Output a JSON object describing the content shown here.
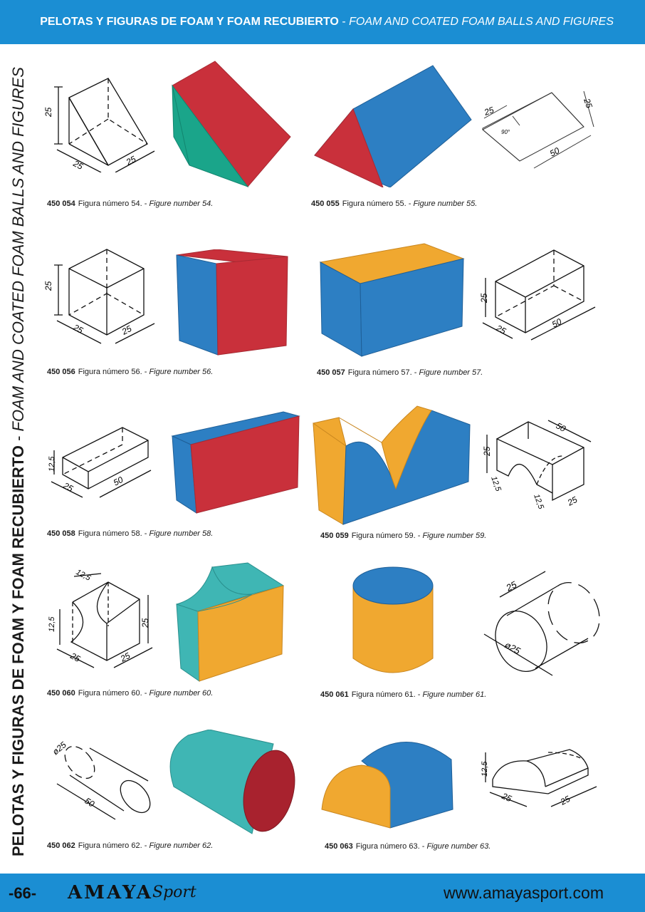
{
  "header": {
    "title_es": "PELOTAS Y FIGURAS DE FOAM Y FOAM RECUBIERTO",
    "separator": "-",
    "title_en": "FOAM AND COATED FOAM BALLS AND FIGURES"
  },
  "side": {
    "title_es": "PELOTAS Y FIGURAS DE FOAM Y FOAM RECUBIERTO",
    "separator": "-",
    "title_en": "FOAM AND COATED FOAM BALLS AND FIGURES"
  },
  "products": [
    {
      "code": "450 054",
      "es": "Figura número 54. -",
      "en": "Figure number 54.",
      "dims": [
        "25",
        "25",
        "25"
      ]
    },
    {
      "code": "450 055",
      "es": "Figura número 55. -",
      "en": "Figure number 55.",
      "dims": [
        "25",
        "25",
        "50",
        "90°"
      ]
    },
    {
      "code": "450 056",
      "es": "Figura número 56. -",
      "en": "Figure number 56.",
      "dims": [
        "25",
        "25",
        "25"
      ]
    },
    {
      "code": "450 057",
      "es": "Figura número 57. -",
      "en": "Figure number 57.",
      "dims": [
        "25",
        "25",
        "50"
      ]
    },
    {
      "code": "450 058",
      "es": "Figura número 58.  -",
      "en": "Figure number 58.",
      "dims": [
        "12,5",
        "25",
        "50"
      ]
    },
    {
      "code": "450 059",
      "es": "Figura número 59.  -",
      "en": "Figure number 59.",
      "dims": [
        "50",
        "25",
        "12,5",
        "12,5",
        "25"
      ]
    },
    {
      "code": "450 060",
      "es": "Figura número 60.  -",
      "en": "Figure number 60.",
      "dims": [
        "12,5",
        "12,5",
        "25",
        "25",
        "25"
      ]
    },
    {
      "code": "450 061",
      "es": "Figura número 61.  -",
      "en": "Figure number 61.",
      "dims": [
        "25",
        "ø25"
      ]
    },
    {
      "code": "450 062",
      "es": "Figura número 62. -",
      "en": "Figure number 62.",
      "dims": [
        "ø25",
        "50"
      ]
    },
    {
      "code": "450 063",
      "es": "Figura número 63. -",
      "en": "Figure number 63.",
      "dims": [
        "12,5",
        "25",
        "25"
      ]
    }
  ],
  "footer": {
    "page": "-66-",
    "brand": "AMAYA",
    "brand_script": "Sport",
    "url": "www.amayasport.com"
  },
  "colors": {
    "bar": "#1b8ed3",
    "red": "#c9303b",
    "blue": "#2d7fc3",
    "green": "#1aa58a",
    "teal": "#3fb6b4",
    "yellow": "#f0a830"
  }
}
